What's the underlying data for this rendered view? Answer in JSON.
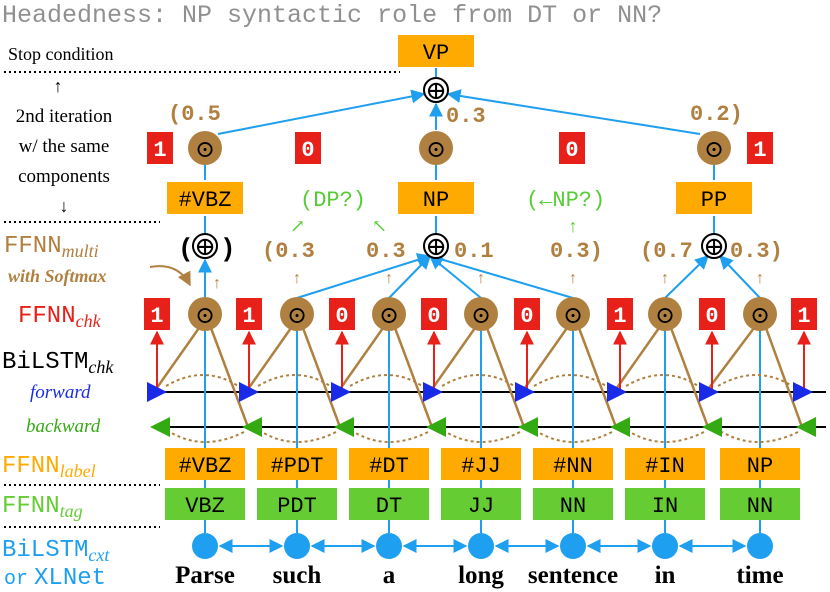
{
  "title": "Headedness: NP syntactic role from DT or NN?",
  "left_labels": {
    "stop_condition": "Stop condition",
    "iteration_line1": "2nd iteration",
    "iteration_line2": "w/ the same",
    "iteration_line3": "components",
    "ffnn_multi": "FFNN",
    "ffnn_multi_sub": "multi",
    "with_softmax": "with Softmax",
    "ffnn_chk": "FFNN",
    "ffnn_chk_sub": "chk",
    "bilstm_chk": "BiLSTM",
    "bilstm_chk_sub": "chk",
    "forward": "forward",
    "backward": "backward",
    "ffnn_label": "FFNN",
    "ffnn_label_sub": "label",
    "ffnn_tag": "FFNN",
    "ffnn_tag_sub": "tag",
    "bilstm_cxt": "BiLSTM",
    "bilstm_cxt_sub": "cxt",
    "or": "or",
    "xlnet": "XLNet"
  },
  "words": [
    "Parse",
    "such",
    "a",
    "long",
    "sentence",
    "in",
    "time"
  ],
  "tags": [
    "VBZ",
    "PDT",
    "DT",
    "JJ",
    "NN",
    "IN",
    "NN"
  ],
  "labels": [
    "#VBZ",
    "#PDT",
    "#DT",
    "#JJ",
    "#NN",
    "#IN",
    "NP"
  ],
  "chunk_flags": [
    "1",
    "1",
    "0",
    "0",
    "0",
    "1",
    "0",
    "1"
  ],
  "level1_weights": {
    "w_such": "(0.3",
    "w_a": "0.3",
    "w_long": "0.1",
    "w_sentence": "0.3)",
    "w_in": "(0.7",
    "w_time": "0.3)"
  },
  "level1_nodes": [
    "#VBZ",
    "NP",
    "PP"
  ],
  "annotations": {
    "dp": "(DP?)",
    "np": "(←NP?)"
  },
  "level2_weights": {
    "w_left": "(0.5",
    "w_mid": "0.3",
    "w_right": "0.2)"
  },
  "level2_flags": [
    "1",
    "0",
    "0",
    "1"
  ],
  "root": "VP",
  "symbols": {
    "oplus": "⊕",
    "odot": "⊙",
    "up_arrow": "↑",
    "down_arrow": "↓",
    "arrow_ne": "↗",
    "arrow_nw": "↖"
  },
  "colors": {
    "orange": "#FFAA00",
    "green": "#66CC33",
    "red": "#E8201A",
    "brown": "#B08040",
    "blue": "#1E9FEF",
    "forward": "#1A2BE8",
    "backward": "#33AA11",
    "title_gray": "#909090",
    "annot_green": "#55CC33"
  }
}
